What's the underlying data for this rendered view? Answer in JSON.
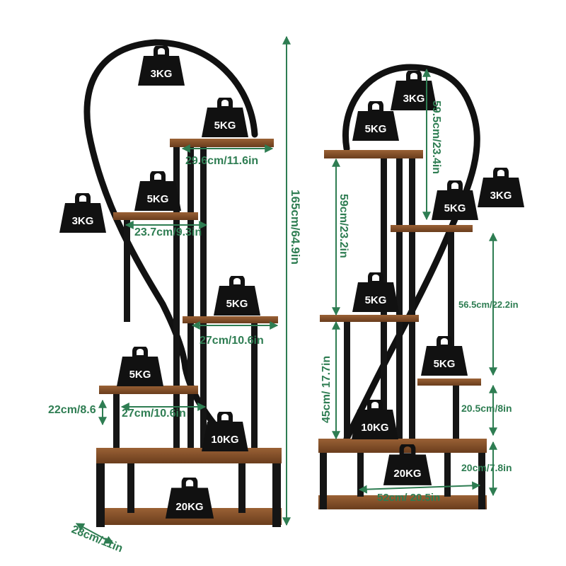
{
  "products": [
    {
      "name": "left-stand",
      "height_label": "165cm/64.9in",
      "depth_label": "28cm/11in",
      "shelf_labels": [
        "29.6cm/11.6in",
        "23.7cm/9.3in",
        "27cm/10.6in",
        "22cm/8.6",
        "27cm/10.6in"
      ],
      "weights": [
        "3KG",
        "5KG",
        "3KG",
        "5KG",
        "5KG",
        "5KG",
        "10KG",
        "20KG"
      ]
    },
    {
      "name": "right-stand",
      "arch_label": "59.5cm/23.4in",
      "upper_label": "59cm/23.2in",
      "lower_label": "45cm/ 17.7in",
      "side_labels": [
        "56.5cm/22.2in",
        "20.5cm/8in",
        "20cm/7.8in"
      ],
      "width_label": "52cm/ 20.5in",
      "weights": [
        "3KG",
        "5KG",
        "5KG",
        "3KG",
        "5KG",
        "5KG",
        "10KG",
        "20KG"
      ]
    }
  ],
  "colors": {
    "dimension": "#2e7d52",
    "metal": "#111111",
    "wood": "#7a4a26"
  },
  "icons": [
    "weight-icon"
  ]
}
